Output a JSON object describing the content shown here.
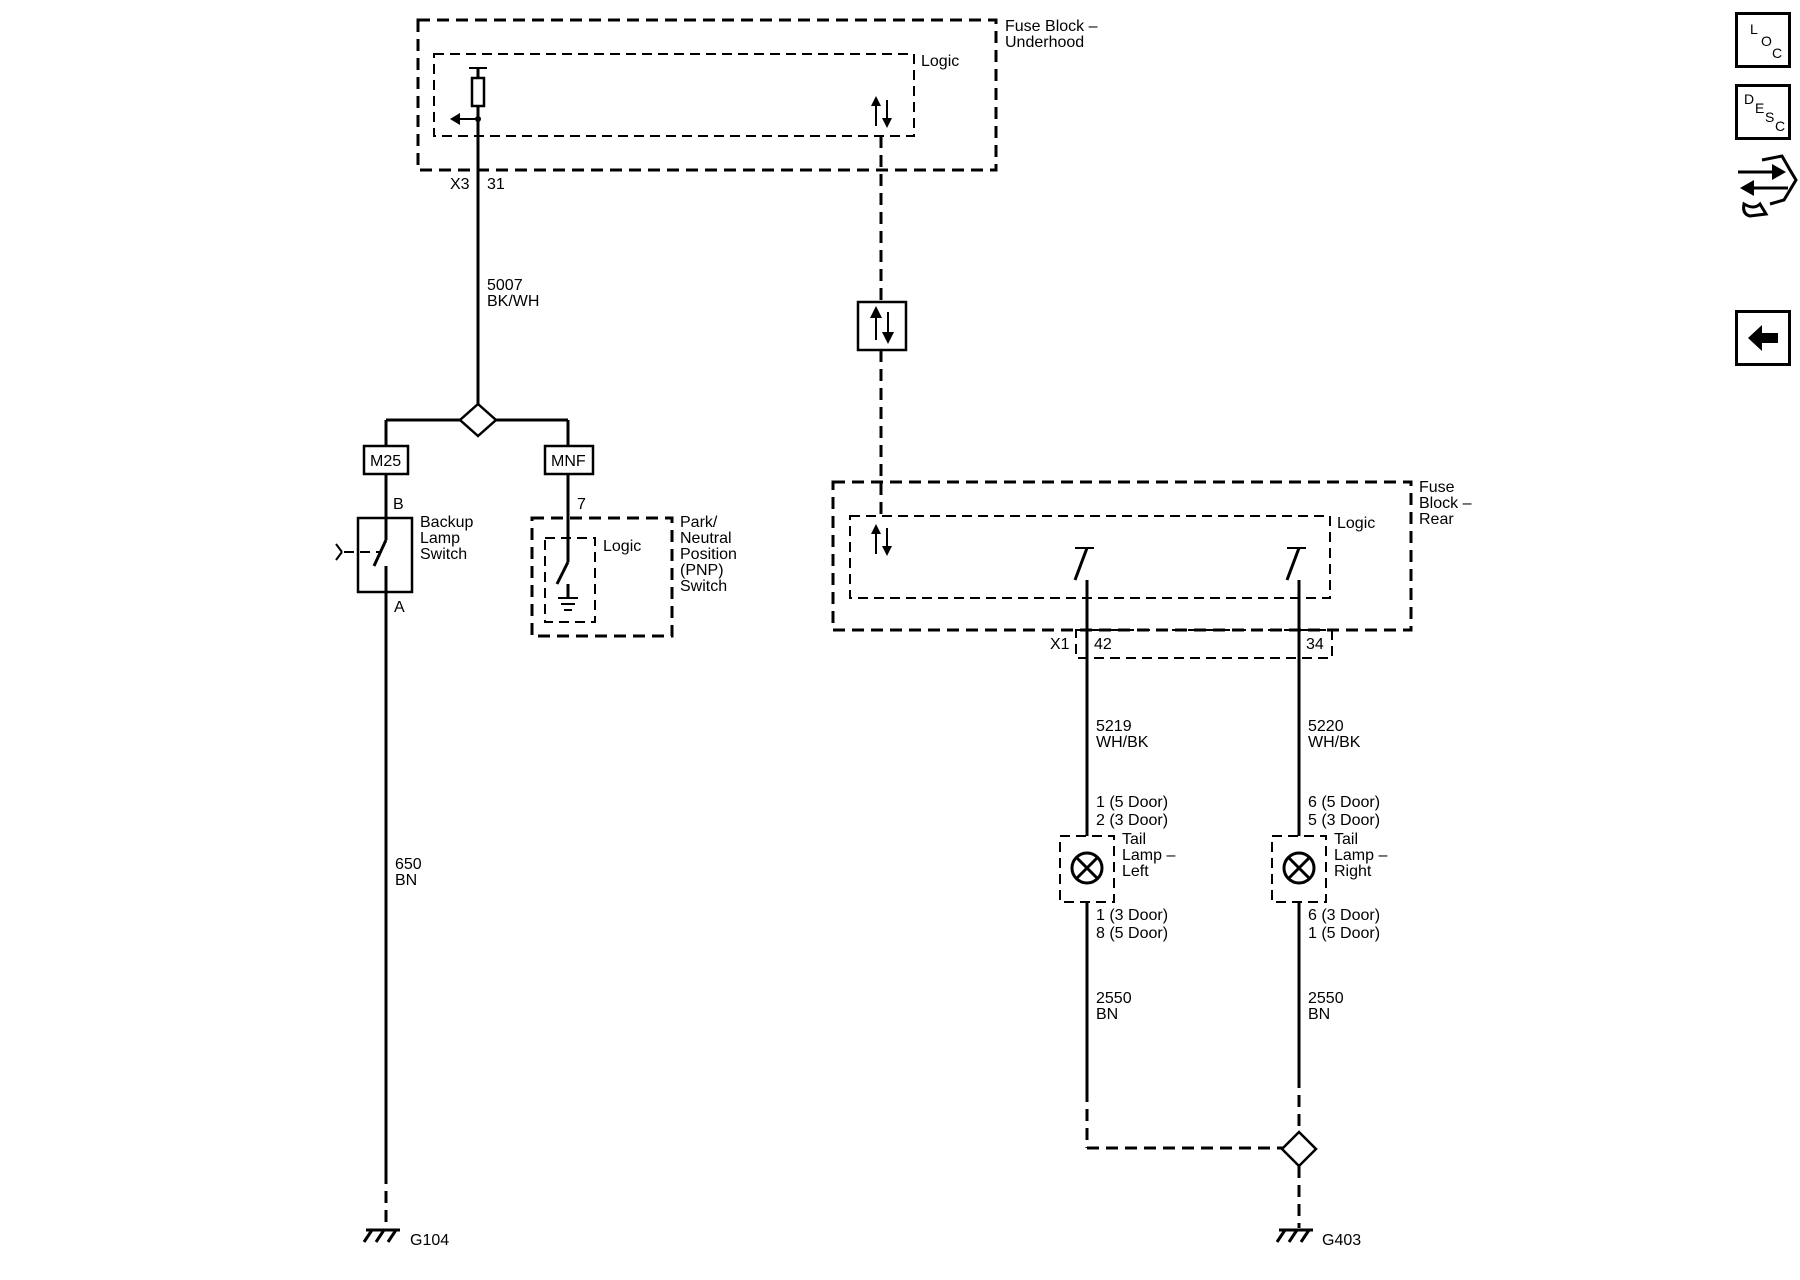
{
  "components": {
    "fuse_block_underhood": {
      "line1": "Fuse Block –",
      "line2": "Underhood",
      "logic": "Logic",
      "connector": "X3",
      "pin": "31"
    },
    "fuse_block_rear": {
      "line1": "Fuse",
      "line2": "Block –",
      "line3": "Rear",
      "logic": "Logic",
      "connector": "X1",
      "pin_left": "42",
      "pin_right": "34"
    },
    "splice_left": {
      "id": "M25",
      "pin": "B",
      "pin_a": "A"
    },
    "splice_mnf": {
      "id": "MNF",
      "pin": "7"
    },
    "backup_lamp_switch": {
      "line1": "Backup",
      "line2": "Lamp",
      "line3": "Switch"
    },
    "pnp_switch": {
      "logic": "Logic",
      "line1": "Park/",
      "line2": "Neutral",
      "line3": "Position",
      "line4": "(PNP)",
      "line5": "Switch"
    },
    "tail_lamp_left": {
      "line1": "Tail",
      "line2": "Lamp –",
      "line3": "Left",
      "pin_top1": "1 (5 Door)",
      "pin_top2": "2 (3 Door)",
      "pin_bot1": "1 (3 Door)",
      "pin_bot2": "8 (5 Door)"
    },
    "tail_lamp_right": {
      "line1": "Tail",
      "line2": "Lamp –",
      "line3": "Right",
      "pin_top1": "6 (5 Door)",
      "pin_top2": "5 (3 Door)",
      "pin_bot1": "6 (3 Door)",
      "pin_bot2": "1 (5 Door)"
    }
  },
  "wires": {
    "w5007": {
      "circuit": "5007",
      "color": "BK/WH"
    },
    "w650": {
      "circuit": "650",
      "color": "BN"
    },
    "w5219": {
      "circuit": "5219",
      "color": "WH/BK"
    },
    "w5220": {
      "circuit": "5220",
      "color": "WH/BK"
    },
    "w2550_left": {
      "circuit": "2550",
      "color": "BN"
    },
    "w2550_right": {
      "circuit": "2550",
      "color": "BN"
    }
  },
  "grounds": {
    "g104": "G104",
    "g403": "G403"
  },
  "nav": {
    "loc": {
      "l1": "L",
      "l2": "O",
      "l3": "C"
    },
    "desc": {
      "l1": "D",
      "l2": "E",
      "l3": "S",
      "l4": "C"
    },
    "connector_icon": "connector-end-view-icon",
    "back_icon": "back-arrow-icon"
  }
}
